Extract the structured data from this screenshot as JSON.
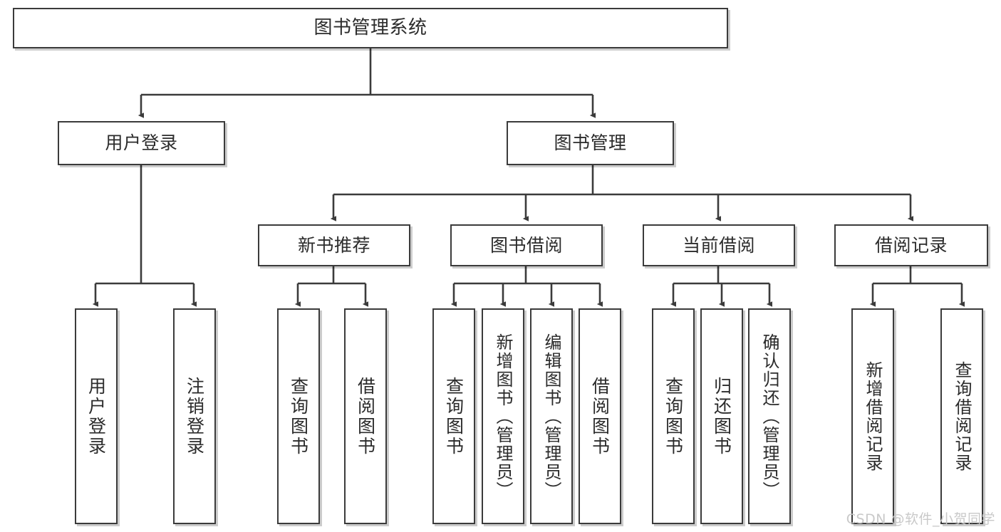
{
  "diagram": {
    "type": "tree-hierarchy",
    "title": "图书管理系统",
    "watermark": "CSDN @软件_小贺同学",
    "colors": {
      "box_border": "#3b3b3b",
      "box_fill": "#ffffff",
      "edge": "#3b3b3b",
      "text": "#2b2b2b",
      "watermark": "#c9c9c9",
      "background": "#ffffff"
    },
    "nodes": {
      "root": {
        "label": "图书管理系统",
        "level": 1
      },
      "user_login": {
        "label": "用户登录",
        "level": 2
      },
      "book_manage": {
        "label": "图书管理",
        "level": 2
      },
      "new_book_rec": {
        "label": "新书推荐",
        "level": 3
      },
      "book_borrow": {
        "label": "图书借阅",
        "level": 3
      },
      "current_borrow": {
        "label": "当前借阅",
        "level": 3
      },
      "borrow_record": {
        "label": "借阅记录",
        "level": 3
      },
      "leaf_user_login": {
        "label": "用户登录",
        "level": 4
      },
      "leaf_logout": {
        "label": "注销登录",
        "level": 4
      },
      "leaf_query_book_1": {
        "label": "查询图书",
        "level": 4
      },
      "leaf_borrow_book_1": {
        "label": "借阅图书",
        "level": 4
      },
      "leaf_query_book_2": {
        "label": "查询图书",
        "level": 4
      },
      "leaf_add_book": {
        "label": "新增图书（管理员）",
        "level": 4
      },
      "leaf_edit_book": {
        "label": "编辑图书（管理员）",
        "level": 4
      },
      "leaf_borrow_book_2": {
        "label": "借阅图书",
        "level": 4
      },
      "leaf_query_book_3": {
        "label": "查询图书",
        "level": 4
      },
      "leaf_return_book": {
        "label": "归还图书",
        "level": 4
      },
      "leaf_confirm_return": {
        "label": "确认归还（管理员）",
        "level": 4
      },
      "leaf_add_record": {
        "label": "新增借阅记录",
        "level": 4
      },
      "leaf_query_record": {
        "label": "查询借阅记录",
        "level": 4
      }
    },
    "edges": [
      {
        "from": "root",
        "to": "user_login"
      },
      {
        "from": "root",
        "to": "book_manage"
      },
      {
        "from": "user_login",
        "to": "leaf_user_login"
      },
      {
        "from": "user_login",
        "to": "leaf_logout"
      },
      {
        "from": "book_manage",
        "to": "new_book_rec"
      },
      {
        "from": "book_manage",
        "to": "book_borrow"
      },
      {
        "from": "book_manage",
        "to": "current_borrow"
      },
      {
        "from": "book_manage",
        "to": "borrow_record"
      },
      {
        "from": "new_book_rec",
        "to": "leaf_query_book_1"
      },
      {
        "from": "new_book_rec",
        "to": "leaf_borrow_book_1"
      },
      {
        "from": "book_borrow",
        "to": "leaf_query_book_2"
      },
      {
        "from": "book_borrow",
        "to": "leaf_add_book"
      },
      {
        "from": "book_borrow",
        "to": "leaf_edit_book"
      },
      {
        "from": "book_borrow",
        "to": "leaf_borrow_book_2"
      },
      {
        "from": "current_borrow",
        "to": "leaf_query_book_3"
      },
      {
        "from": "current_borrow",
        "to": "leaf_return_book"
      },
      {
        "from": "current_borrow",
        "to": "leaf_confirm_return"
      },
      {
        "from": "borrow_record",
        "to": "leaf_add_record"
      },
      {
        "from": "borrow_record",
        "to": "leaf_query_record"
      }
    ]
  }
}
